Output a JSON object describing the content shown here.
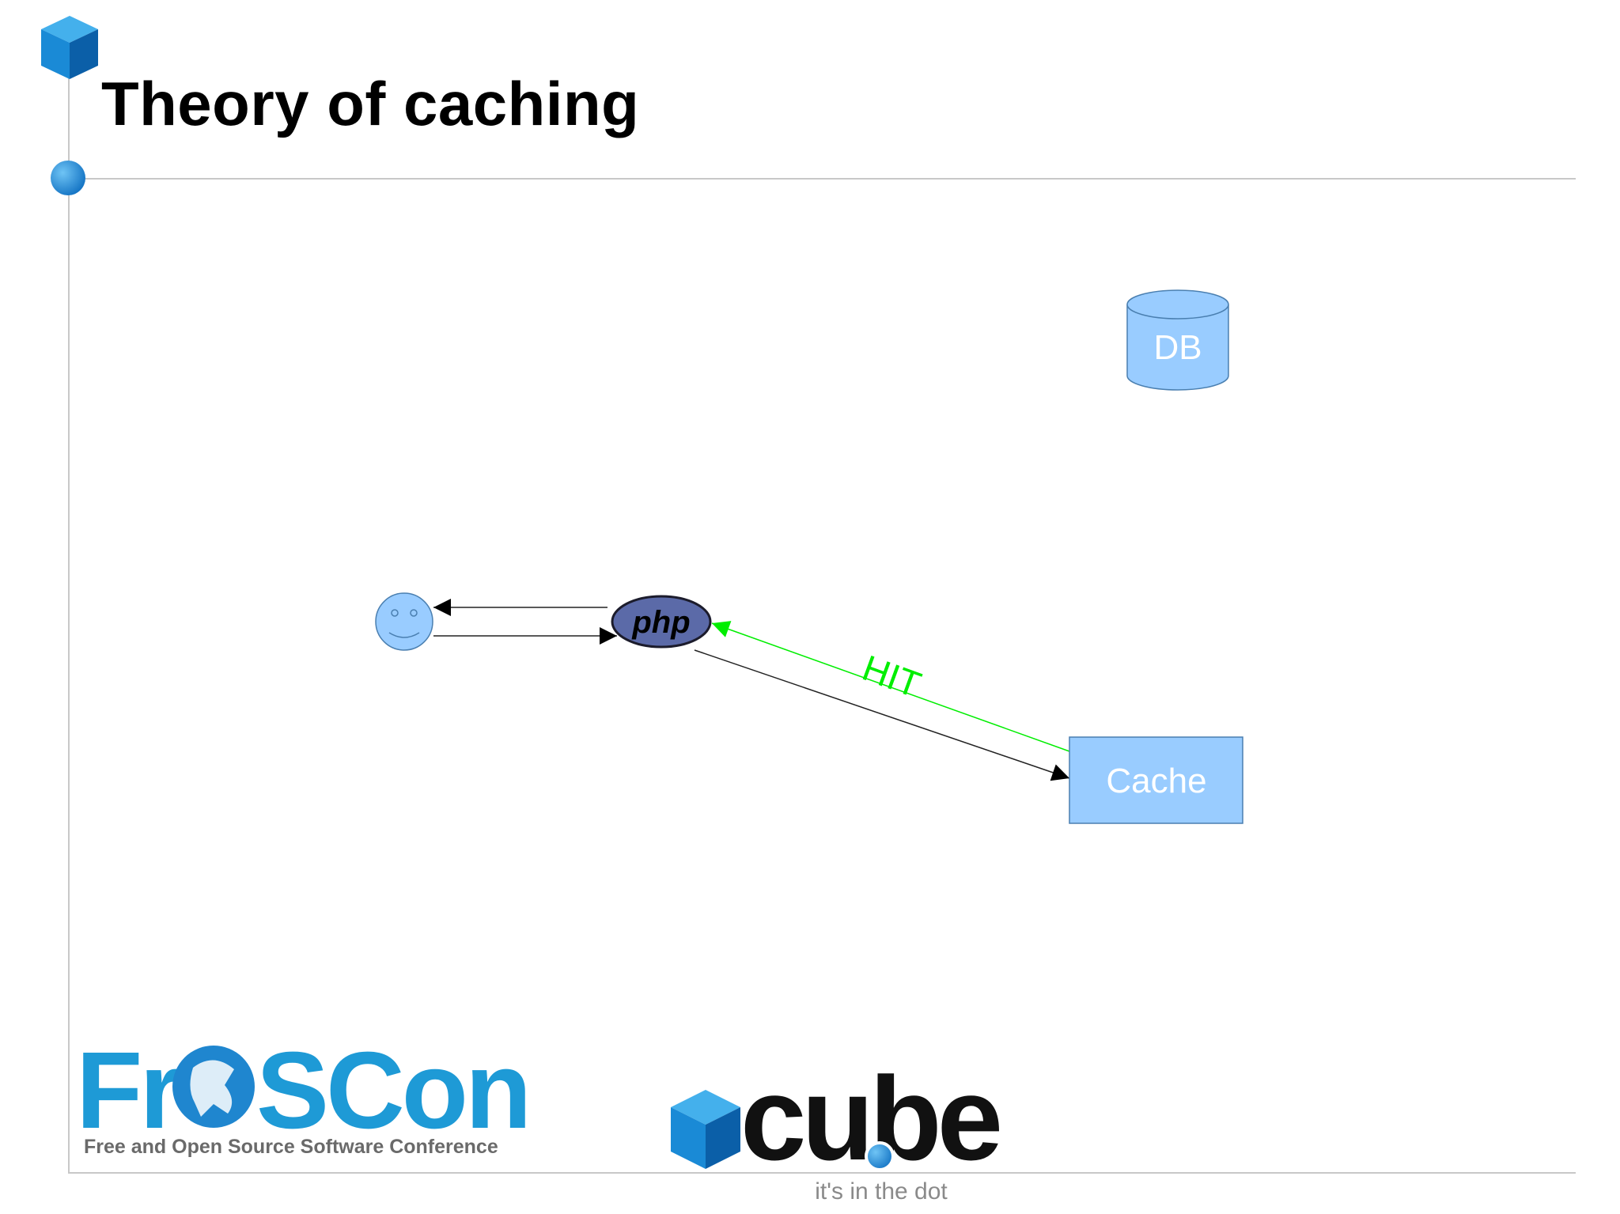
{
  "slide": {
    "title": "Theory of caching"
  },
  "diagram": {
    "nodes": {
      "user": {
        "kind": "smiley-face",
        "label": ""
      },
      "php": {
        "kind": "php-logo",
        "label": "php"
      },
      "db": {
        "kind": "cylinder",
        "label": "DB"
      },
      "cache": {
        "kind": "rectangle",
        "label": "Cache"
      }
    },
    "edges": [
      {
        "from": "php",
        "to": "user",
        "label": "",
        "color": "#000000"
      },
      {
        "from": "user",
        "to": "php",
        "label": "",
        "color": "#000000"
      },
      {
        "from": "php",
        "to": "cache",
        "label": "",
        "color": "#000000"
      },
      {
        "from": "cache",
        "to": "php",
        "label": "HIT",
        "color": "#00ee00"
      }
    ]
  },
  "logos": {
    "froscon": {
      "name": "FrOSCon",
      "tagline": "Free and Open Source Software Conference"
    },
    "cube": {
      "name": "cube",
      "tagline": "it's in the dot"
    }
  },
  "colors": {
    "accent_blue": "#1e8fd8",
    "node_fill": "#99ccff",
    "node_stroke": "#4a7fb0",
    "hit": "#00ee00",
    "php_fill": "#5b6aa8",
    "rule": "#c8c8c8"
  }
}
